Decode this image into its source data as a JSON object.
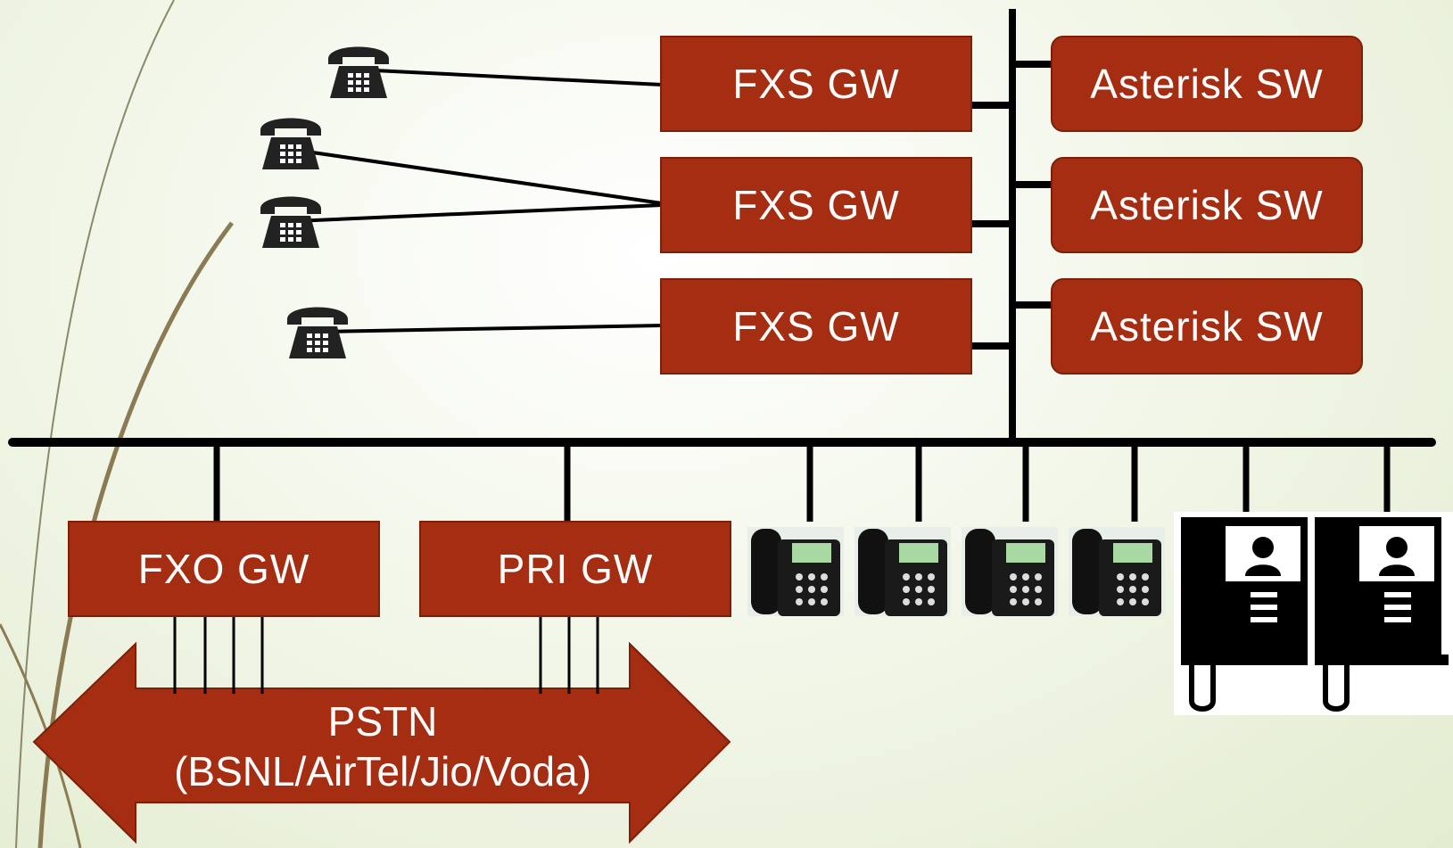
{
  "gateways": {
    "fxs": [
      "FXS GW",
      "FXS GW",
      "FXS GW"
    ],
    "asterisk": [
      "Asterisk SW",
      "Asterisk SW",
      "Asterisk SW"
    ],
    "fxo": "FXO GW",
    "pri": "PRI GW"
  },
  "pstn": {
    "line1": "PSTN",
    "line2": "(BSNL/AirTel/Jio/Voda)"
  },
  "colors": {
    "box_fill": "#a42d12",
    "line": "#000000",
    "background": "#eef4e0"
  },
  "icons": {
    "analog_phone": "analog-phone-icon",
    "ip_phone": "ip-phone-icon",
    "video_phone": "video-phone-icon"
  }
}
